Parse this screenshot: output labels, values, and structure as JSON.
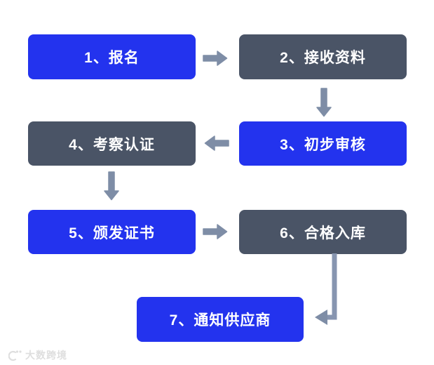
{
  "flowchart": {
    "title": "supplier-certification-process",
    "steps": [
      {
        "order": 1,
        "label": "1、报名",
        "variant": "blue",
        "position": "row1-left"
      },
      {
        "order": 2,
        "label": "2、接收资料",
        "variant": "dark",
        "position": "row1-right"
      },
      {
        "order": 3,
        "label": "3、初步审核",
        "variant": "blue",
        "position": "row2-right"
      },
      {
        "order": 4,
        "label": "4、考察认证",
        "variant": "dark",
        "position": "row2-left"
      },
      {
        "order": 5,
        "label": "5、颁发证书",
        "variant": "blue",
        "position": "row3-left"
      },
      {
        "order": 6,
        "label": "6、合格入库",
        "variant": "dark",
        "position": "row3-right"
      },
      {
        "order": 7,
        "label": "7、通知供应商",
        "variant": "blue",
        "position": "row4-center"
      }
    ],
    "connections": [
      {
        "from": 1,
        "to": 2,
        "direction": "right"
      },
      {
        "from": 2,
        "to": 3,
        "direction": "down"
      },
      {
        "from": 3,
        "to": 4,
        "direction": "left"
      },
      {
        "from": 4,
        "to": 5,
        "direction": "down"
      },
      {
        "from": 5,
        "to": 6,
        "direction": "right"
      },
      {
        "from": 6,
        "to": 7,
        "direction": "down-then-left"
      }
    ],
    "colors": {
      "step_blue": "#2333ee",
      "step_dark": "#4a5466",
      "arrow": "#7e8da6",
      "connector": "#8795b0",
      "text": "#ffffff",
      "background": "#ffffff",
      "watermark": "#dedede"
    }
  },
  "watermark": {
    "text": "大数跨境"
  }
}
